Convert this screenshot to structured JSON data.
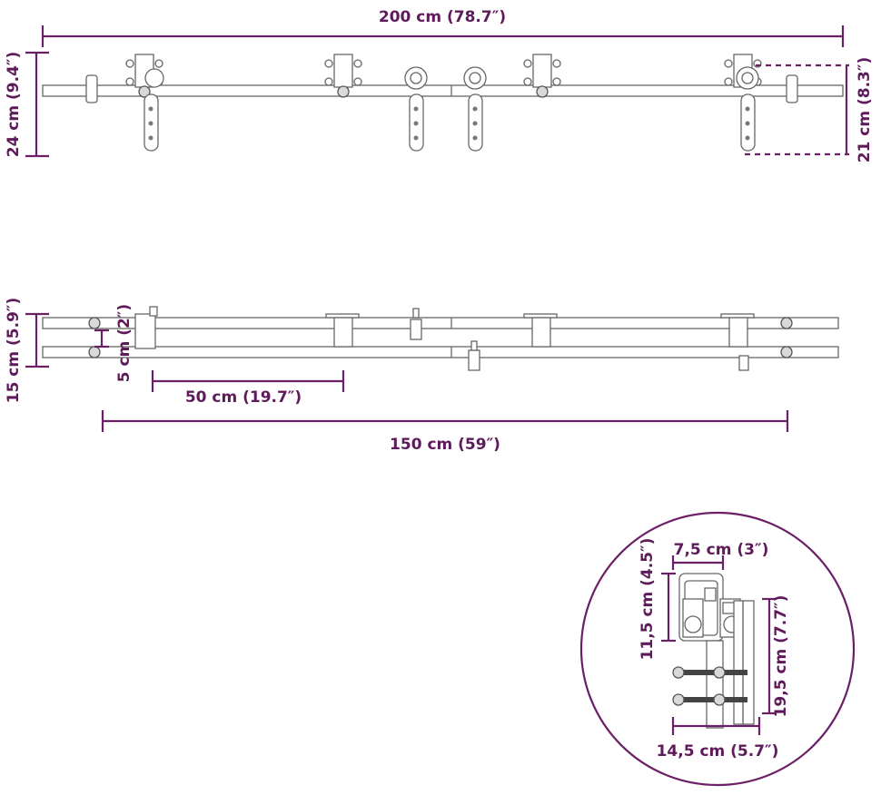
{
  "labels": {
    "top_width": "200 cm (78.7″)",
    "top_height_left": "24 cm (9.4″)",
    "top_height_right": "21 cm (8.3″)",
    "mid_height_left": "15 cm (5.9″)",
    "mid_gap": "5 cm (2″)",
    "mid_spacing": "50 cm (19.7″)",
    "mid_width": "150 cm (59″)",
    "detail_top_width": "7,5 cm (3″)",
    "detail_left_height": "11,5 cm (4.5″)",
    "detail_right_height": "19,5 cm (7.7″)",
    "detail_bottom_width": "14,5 cm (5.7″)"
  },
  "colors": {
    "dimension": "#6b1f66",
    "part_outline": "#666666"
  }
}
